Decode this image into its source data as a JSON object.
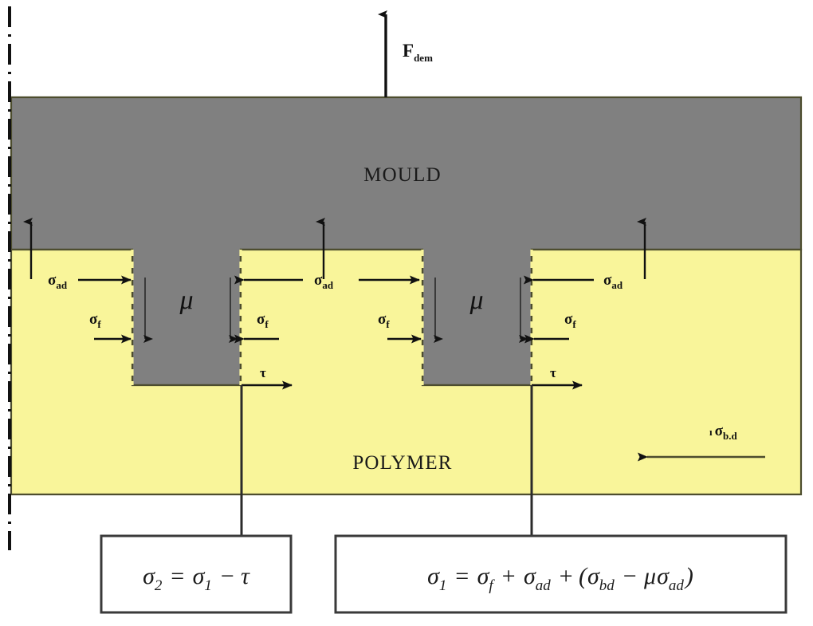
{
  "figure": {
    "title_alt": "Demoulding force balance schematic",
    "background_color": "#ffffff"
  },
  "materials": {
    "mould": {
      "label": "MOULD",
      "color": "#808080",
      "edge_color": "#4d4d2e"
    },
    "polymer": {
      "label": "POLYMER",
      "color": "#f9f59a",
      "edge_color": "#4d4d2e"
    }
  },
  "forces": {
    "demoulding": {
      "label": "F",
      "subscript": "dem",
      "direction": "up"
    },
    "adhesion": {
      "label": "σ",
      "subscript": "ad",
      "count": 4
    },
    "friction": {
      "label": "σ",
      "subscript": "f",
      "count": 4
    },
    "shear": {
      "label": "τ",
      "count": 2
    },
    "bulk_deformation": {
      "label": "σ",
      "subscript": "b.d",
      "direction": "left"
    },
    "friction_coefficient": {
      "label": "μ",
      "count": 2
    }
  },
  "annotations": {
    "sigma_ad_left": "σ",
    "sigma_ad_left_sub": "ad",
    "sigma_ad_mid": "σ",
    "sigma_ad_mid_sub": "ad",
    "sigma_ad_right": "σ",
    "sigma_ad_right_sub": "ad",
    "sigma_f_1": "σ",
    "sigma_f_1_sub": "f",
    "sigma_f_2": "σ",
    "sigma_f_2_sub": "f",
    "sigma_f_3": "σ",
    "sigma_f_3_sub": "f",
    "sigma_f_4": "σ",
    "sigma_f_4_sub": "f",
    "tau_1": "τ",
    "tau_2": "τ",
    "mu_1": "μ",
    "mu_2": "μ",
    "sigma_bd": "σ",
    "sigma_bd_sub": "b.d",
    "sigma_bd_prefix": "ı",
    "fdem_main": "F",
    "fdem_sub": "dem"
  },
  "equations": {
    "left_box": {
      "lhs": "σ",
      "lhs_sub": "2",
      "eq": "=",
      "term1": "σ",
      "term1_sub": "1",
      "op": "−",
      "term2": "τ",
      "full_text": "σ₂ = σ₁ − τ"
    },
    "right_box": {
      "lhs": "σ",
      "lhs_sub": "1",
      "eq": "=",
      "term1": "σ",
      "term1_sub": "f",
      "plus1": "+",
      "term2": "σ",
      "term2_sub": "ad",
      "plus2": "+",
      "paren_open": "(",
      "term3": "σ",
      "term3_sub": "bd",
      "minus": "−",
      "mu": "μ",
      "term4": "σ",
      "term4_sub": "ad",
      "paren_close": ")",
      "full_text": "σ₁ = σ_f + σ_ad + (σ_bd − μσ_ad)"
    }
  },
  "colors": {
    "mould_fill": "#808080",
    "polymer_fill": "#f9f59a",
    "outline": "#4d4d2e",
    "arrow": "#111111",
    "box_border": "#3a3a3a",
    "centerline": "#111111"
  }
}
